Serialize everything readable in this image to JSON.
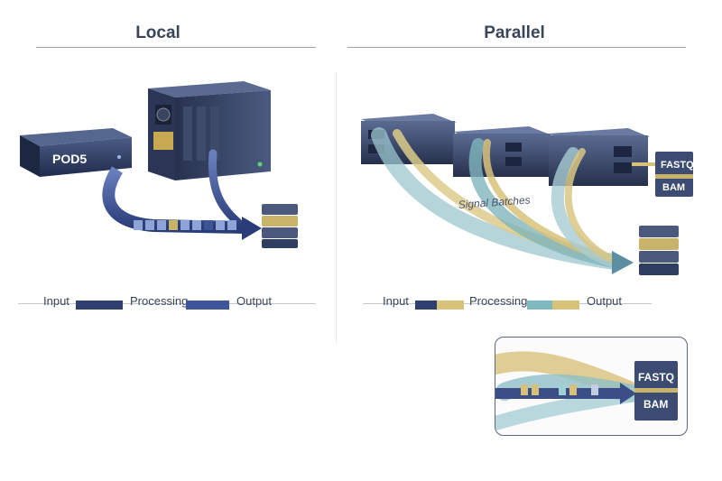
{
  "local": {
    "title": "Local",
    "device_label": "POD5",
    "legend": {
      "input": "Input",
      "processing": "Processing",
      "output": "Output"
    }
  },
  "parallel": {
    "title": "Parallel",
    "stream_label": "Signal Batches",
    "outputs": [
      "FASTQ",
      "BAM"
    ],
    "legend": {
      "input": "Input",
      "processing": "Processing",
      "output": "Output"
    },
    "inset_outputs": [
      "FASTQ",
      "BAM"
    ]
  },
  "colors": {
    "navy": "#2f3f6e",
    "slate": "#4b5a78",
    "gold": "#d8c27a",
    "teal": "#7fb9c2",
    "blue": "#3e5699"
  }
}
